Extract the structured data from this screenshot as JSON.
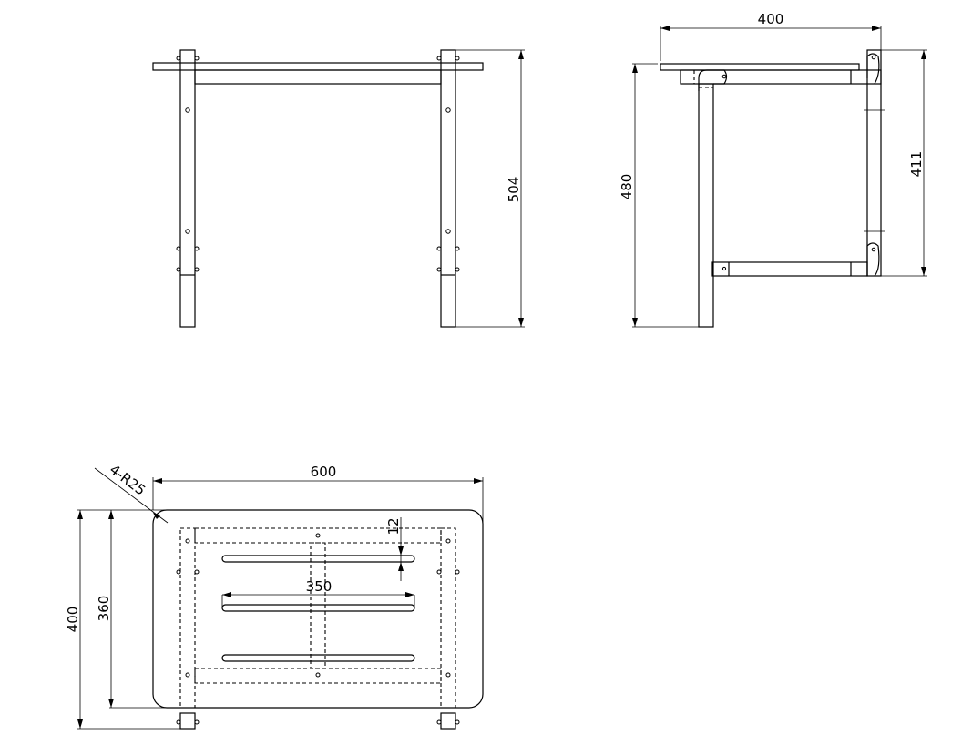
{
  "front_view": {
    "height_dim": "504"
  },
  "side_view": {
    "width_dim": "400",
    "height_dim": "480",
    "frame_height_dim": "411"
  },
  "top_view": {
    "width_dim": "600",
    "depth_dim": "400",
    "inner_depth_dim": "360",
    "slot_length_dim": "350",
    "slot_offset_dim": "12",
    "corner_radius_note": "4-R25"
  },
  "colors": {
    "line": "#000000",
    "background": "#ffffff"
  }
}
